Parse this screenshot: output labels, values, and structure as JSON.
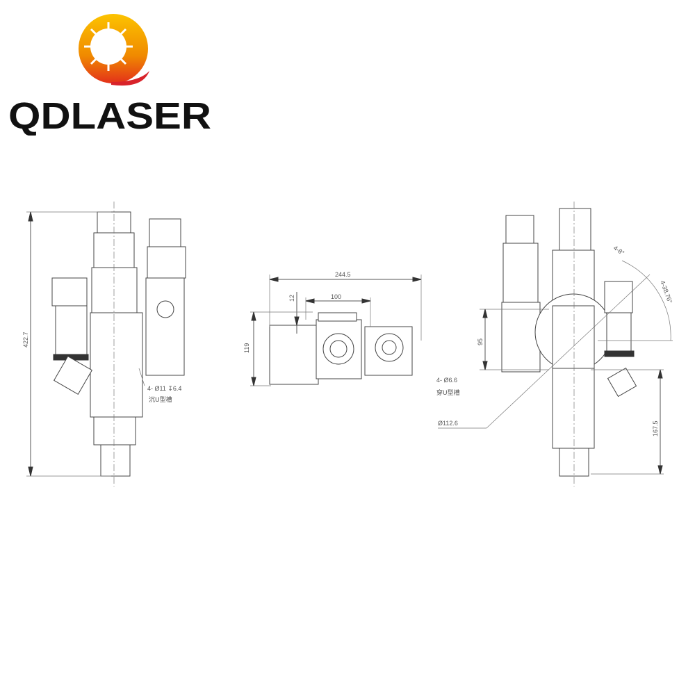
{
  "brand": {
    "name": "QDLASER",
    "colors": {
      "black": "#111111",
      "red": "#e30613",
      "orange": "#f39200",
      "yellow": "#fcc300"
    }
  },
  "left_view": {
    "height_dim": "422.7",
    "hole_note_line1": "4-  Ø11  ↧6.4",
    "hole_note_line2": "沉U型槽"
  },
  "top_view": {
    "width_dim": "244.5",
    "inner_width_dim": "100",
    "offset_dim": "12",
    "depth_dim": "119"
  },
  "right_view": {
    "height_dim": "95",
    "hole_note_line1": "4-  Ø6.6",
    "hole_note_line2": "穿U型槽",
    "circle_dim": "Ø112.6",
    "angle_small": "4-8°",
    "angle_large": "4-38.76°",
    "lower_height_dim": "167.5"
  }
}
